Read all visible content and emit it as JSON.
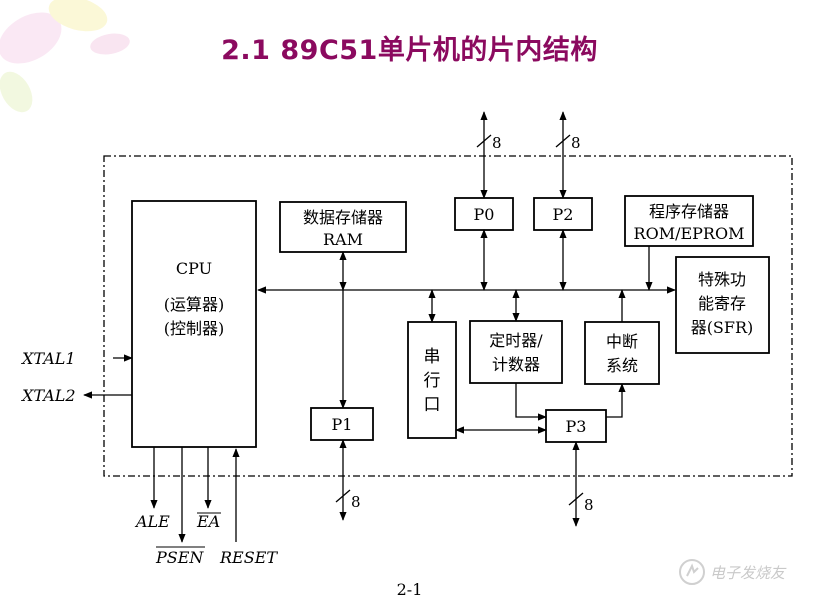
{
  "title": "2.1 89C51单片机的片内结构",
  "blocks": {
    "cpu": [
      "CPU",
      "(运算器)",
      "(控制器)"
    ],
    "ram": [
      "数据存储器",
      "RAM"
    ],
    "rom": [
      "程序存储器",
      "ROM/EPROM"
    ],
    "sfr": [
      "特殊功",
      "能寄存",
      "器(SFR)"
    ],
    "p0": "P0",
    "p1": "P1",
    "p2": "P2",
    "p3": "P3",
    "serial": [
      "串",
      "行",
      "口"
    ],
    "timer": [
      "定时器/",
      "计数器"
    ],
    "interrupt": [
      "中断",
      "系统"
    ]
  },
  "bus_width": {
    "p0": "8",
    "p1": "8",
    "p2": "8",
    "p3": "8"
  },
  "signals": {
    "xtal1": "XTAL1",
    "xtal2": "XTAL2",
    "ale": "ALE",
    "psen": "PSEN",
    "ea": "EA",
    "reset": "RESET"
  },
  "page_number": "2-1",
  "watermark_text": "电子发烧友"
}
